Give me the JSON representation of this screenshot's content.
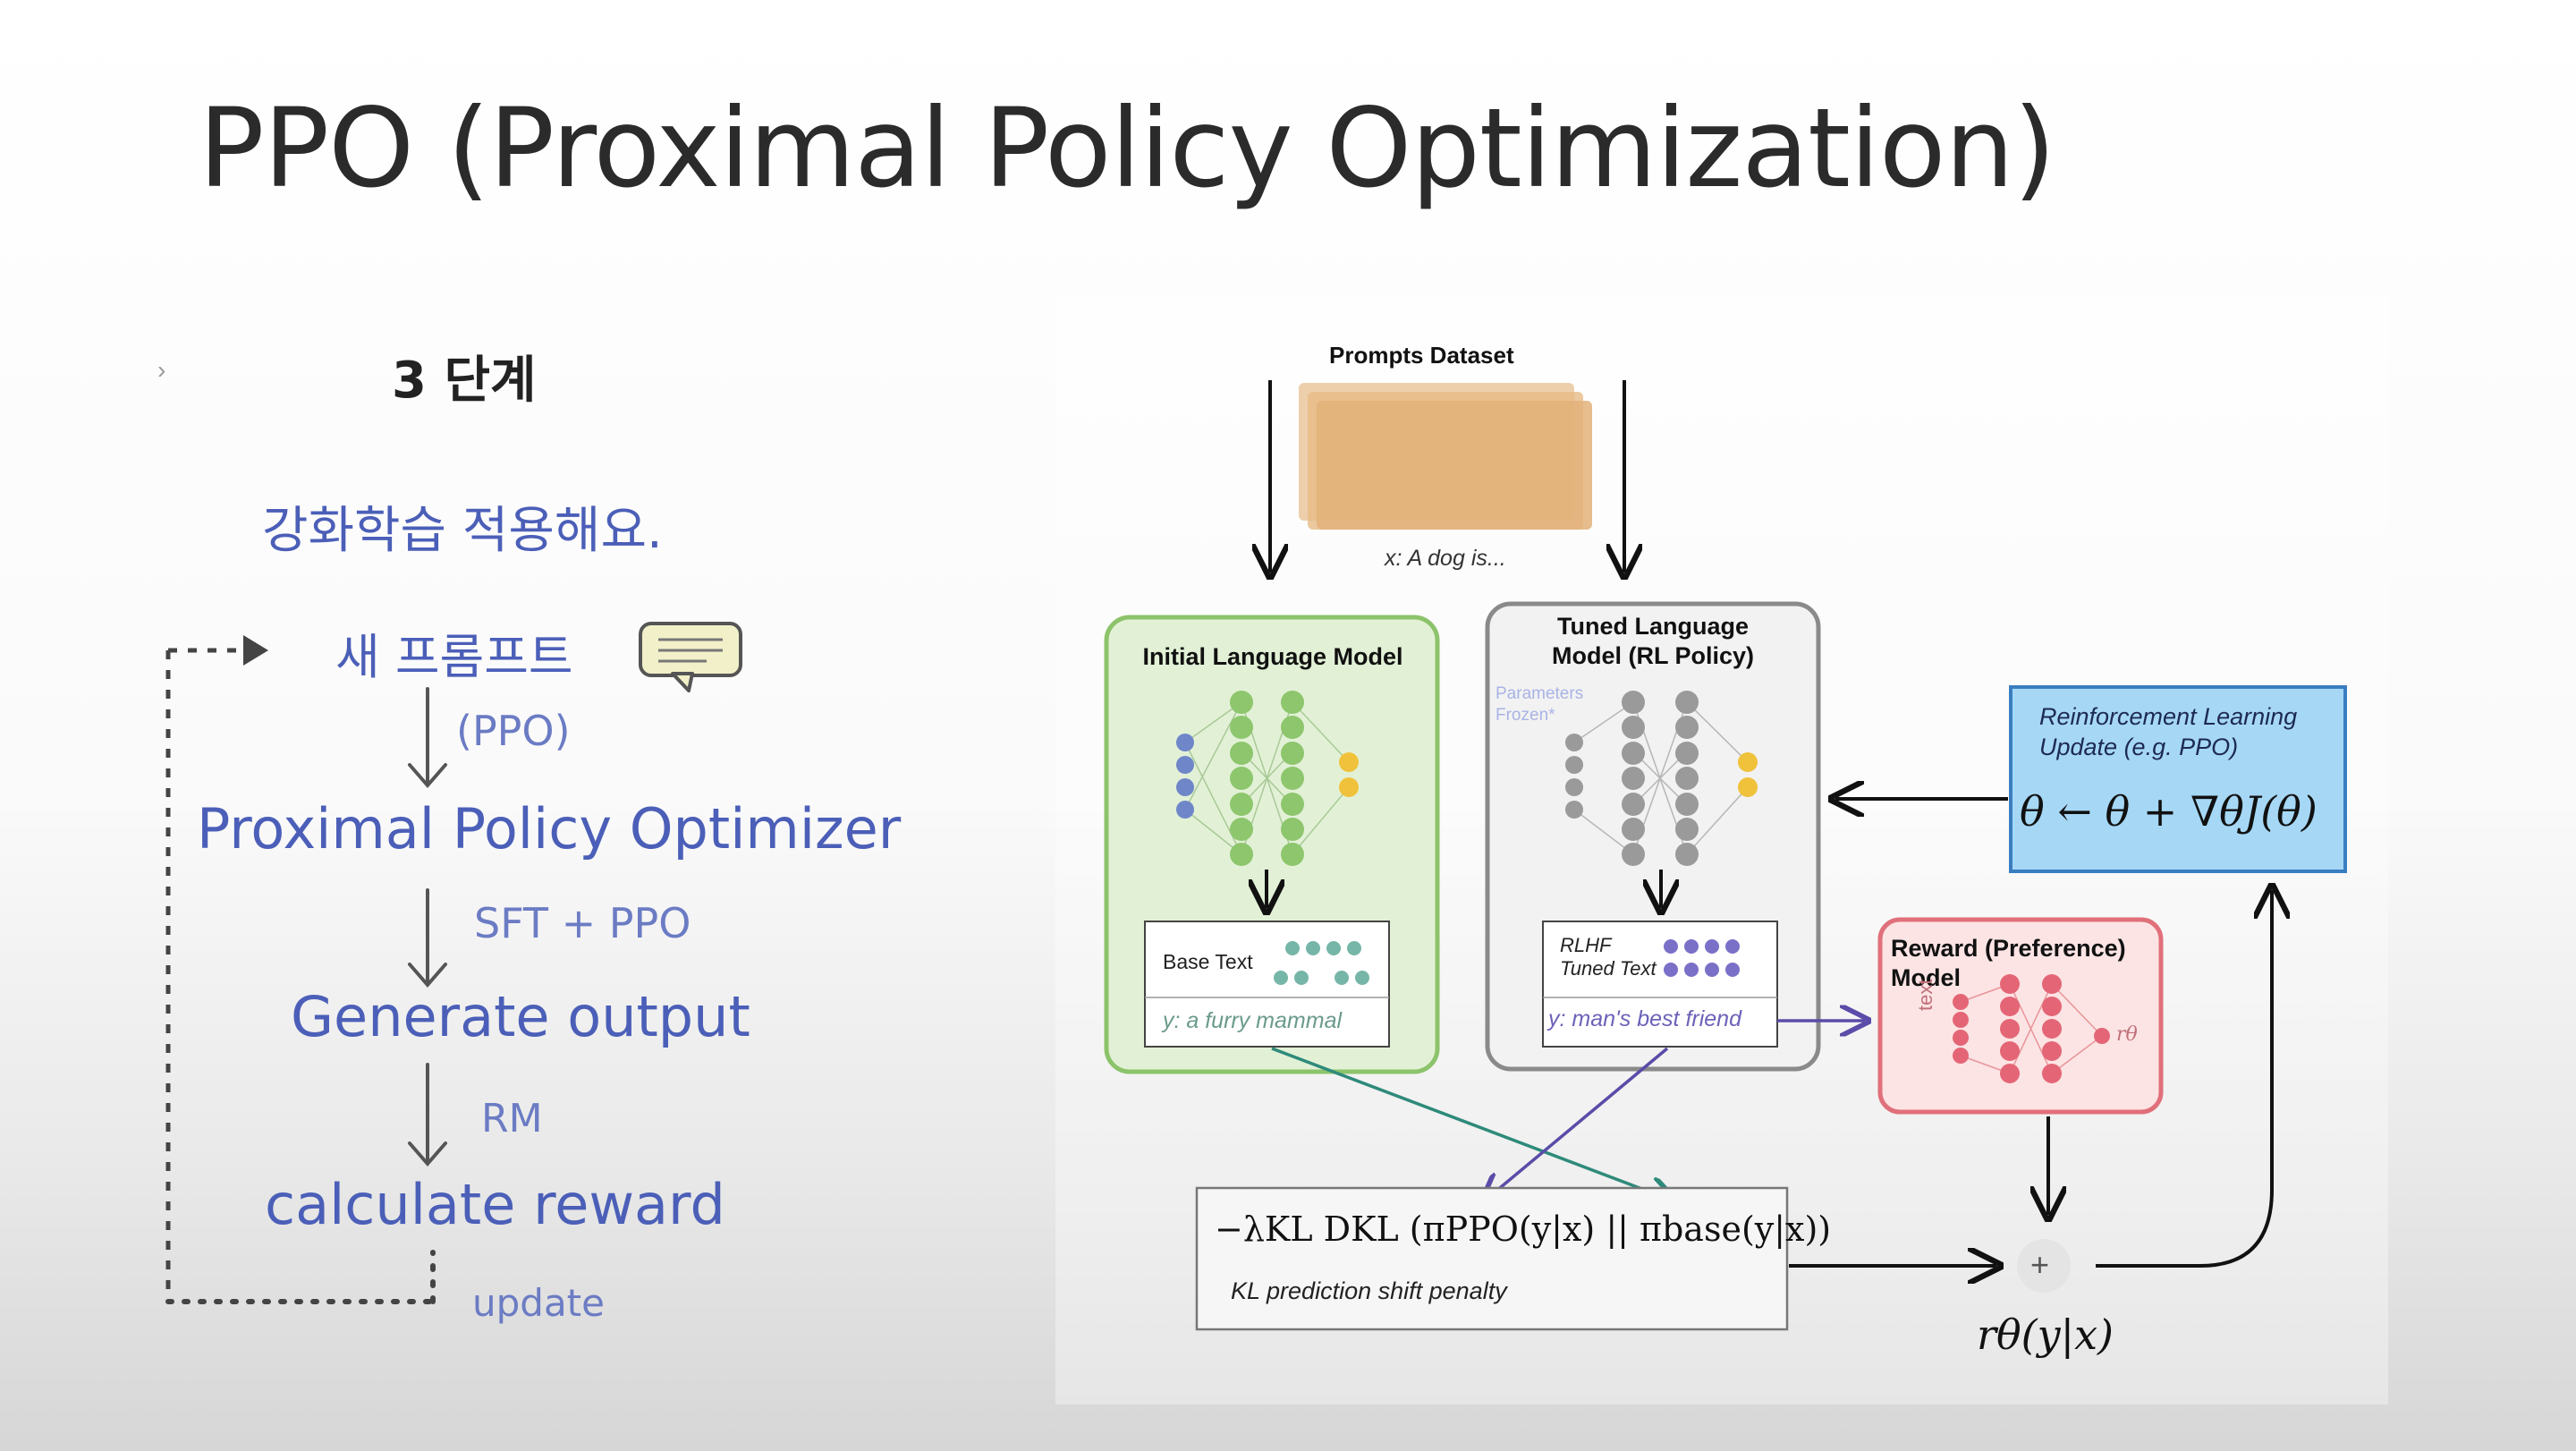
{
  "slide": {
    "title": "PPO (Proximal Policy Optimization)",
    "step_marker": "›",
    "step_title": "3 단계"
  },
  "left_flow": {
    "intro": "강화학습 적용해요.",
    "new_prompt": "새 프롬프트",
    "arrow1_label": "(PPO)",
    "optimizer": "Proximal Policy Optimizer",
    "arrow2_label": "SFT + PPO",
    "generate": "Generate output",
    "arrow3_label": "RM",
    "reward": "calculate reward",
    "loop_label": "update",
    "speech_icon": "speech-bubble-icon"
  },
  "diagram": {
    "prompts_title": "Prompts Dataset",
    "prompt_example": "x: A dog is...",
    "initial_lm_title": "Initial Language Model",
    "tuned_lm_title_1": "Tuned Language",
    "tuned_lm_title_2": "Model (RL Policy)",
    "params_frozen_1": "Parameters",
    "params_frozen_2": "Frozen*",
    "base_text_label": "Base Text",
    "base_output": "y: a furry mammal",
    "rlhf_label_1": "RLHF",
    "rlhf_label_2": "Tuned Text",
    "tuned_output": "y: man's best friend",
    "rl_update_1": "Reinforcement Learning",
    "rl_update_2": "Update (e.g. PPO)",
    "rl_formula": "θ ← θ + ∇θJ(θ)",
    "reward_model_1": "Reward (Preference)",
    "reward_model_2": "Model",
    "reward_model_input": "text",
    "reward_model_output": "rθ",
    "kl_formula": "−λKL DKL (πPPO(y|x) || πbase(y|x))",
    "kl_caption": "KL prediction shift penalty",
    "plus": "+",
    "reward_formula": "rθ(y|x)"
  },
  "colors": {
    "handwriting": "#4b5fb8",
    "initial_lm_fill": "#e2f1d6",
    "initial_lm_border": "#8cc36b",
    "tuned_lm_fill": "#f2f2f2",
    "tuned_lm_border": "#8a8a8a",
    "rl_box_fill": "#a6d8f6",
    "rl_box_border": "#3a7ec1",
    "reward_fill": "#fce4e4",
    "reward_border": "#e0707a",
    "prompts_fill": "#e8b77d"
  }
}
